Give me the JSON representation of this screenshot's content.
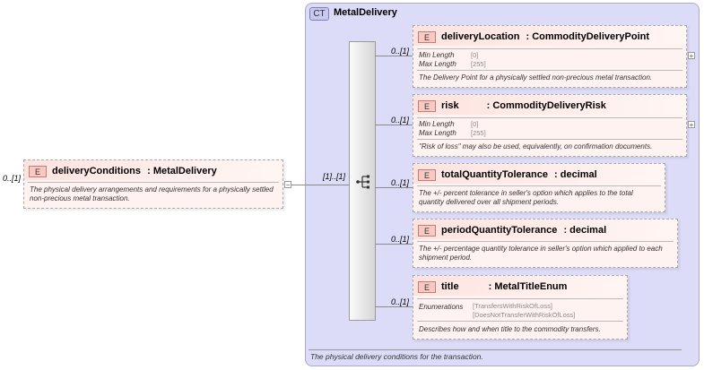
{
  "root": {
    "badge": "E",
    "name": "deliveryConditions",
    "type": ": MetalDelivery",
    "multiplicity": "0..[1]",
    "description": "The physical delivery arrangements and requirements for a physically settled non-precious metal transaction."
  },
  "sequence_multiplicity": "[1]..[1]",
  "complex_type": {
    "badge": "CT",
    "name": "MetalDelivery",
    "description": "The physical delivery conditions for the transaction."
  },
  "children": [
    {
      "badge": "E",
      "name": "deliveryLocation",
      "type": ": CommodityDeliveryPoint",
      "multiplicity": "0..[1]",
      "props": [
        {
          "label": "Min Length",
          "value": "[0]"
        },
        {
          "label": "Max Length",
          "value": "[255]"
        }
      ],
      "description": "The Delivery Point for a physically settled non-precious metal transaction."
    },
    {
      "badge": "E",
      "name": "risk",
      "type": ": CommodityDeliveryRisk",
      "multiplicity": "0..[1]",
      "props": [
        {
          "label": "Min Length",
          "value": "[0]"
        },
        {
          "label": "Max Length",
          "value": "[255]"
        }
      ],
      "description": "\"Risk of loss\" may also be used, equivalently, on confirmation documents."
    },
    {
      "badge": "E",
      "name": "totalQuantityTolerance",
      "type": ": decimal",
      "multiplicity": "0..[1]",
      "description": "The +/- percent tolerance in seller's option which applies to the total quantity delivered over all shipment periods."
    },
    {
      "badge": "E",
      "name": "periodQuantityTolerance",
      "type": ": decimal",
      "multiplicity": "0..[1]",
      "description": "The +/- percentage quantity tolerance in seller's option which applied to each shipment period."
    },
    {
      "badge": "E",
      "name": "title",
      "type": ": MetalTitleEnum",
      "multiplicity": "0..[1]",
      "enum_label": "Enumerations",
      "enumerations": [
        "[TransfersWithRiskOfLoss]",
        "[DoesNotTransferWithRiskOfLoss]"
      ],
      "description": "Describes how and when title to the commodity transfers."
    }
  ],
  "expand_symbol": "+",
  "collapse_symbol": "−"
}
